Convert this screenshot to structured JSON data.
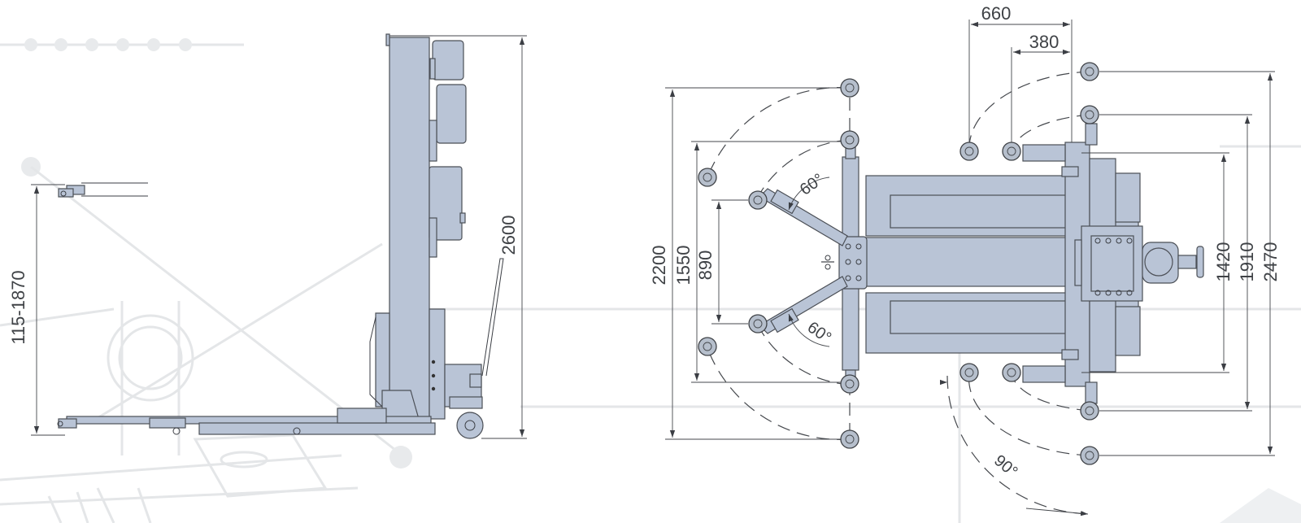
{
  "side_view": {
    "dimensions": {
      "lift_range": "115-1870",
      "overall_height": "2600"
    }
  },
  "top_view": {
    "dimensions": {
      "outer_span": "2200",
      "middle_span": "1550",
      "inner_span": "890",
      "rear_outrigger": "660",
      "rear_outrigger_inner": "380",
      "rear_width_inner": "1420",
      "rear_width_mid": "1910",
      "rear_width_outer": "2470"
    },
    "angles": {
      "front_upper": "60°",
      "front_lower": "60°",
      "rear_swing": "90°"
    }
  }
}
